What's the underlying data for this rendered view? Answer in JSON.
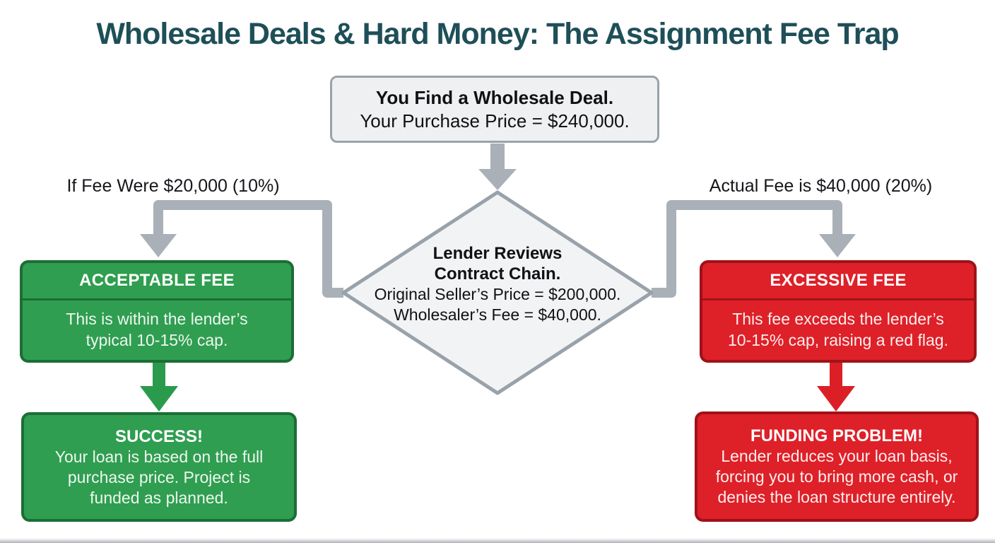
{
  "title": "Wholesale Deals & Hard Money: The Assignment Fee Trap",
  "top_box": {
    "line1": "You Find a Wholesale Deal.",
    "line2": "Your Purchase Price = $240,000."
  },
  "diamond": {
    "line1": "Lender Reviews",
    "line2": "Contract Chain.",
    "line3": "Original Seller’s Price = $200,000.",
    "line4": "Wholesaler’s Fee = $40,000."
  },
  "left_branch": {
    "label": "If Fee Were $20,000 (10%)",
    "outcome_box": {
      "header": "ACCEPTABLE FEE",
      "body_line1": "This is within the lender’s",
      "body_line2": "typical 10-15% cap."
    },
    "result_box": {
      "header": "SUCCESS!",
      "body_line1": "Your loan is based on the full",
      "body_line2": "purchase price. Project is",
      "body_line3": "funded as planned."
    }
  },
  "right_branch": {
    "label": "Actual Fee is $40,000 (20%)",
    "outcome_box": {
      "header": "EXCESSIVE FEE",
      "body_line1": "This fee exceeds the lender’s",
      "body_line2": "10-15% cap, raising a red flag."
    },
    "result_box": {
      "header": "FUNDING PROBLEM!",
      "body_line1": "Lender reduces your loan basis,",
      "body_line2": "forcing you to bring more cash, or",
      "body_line3": "denies the loan structure entirely."
    }
  },
  "colors": {
    "title": "#1e4f58",
    "success_green": "#2f9e50",
    "success_green_border": "#1b6e35",
    "danger_red": "#de2028",
    "danger_red_border": "#a01218",
    "connector_gray": "#a9b0b7",
    "node_fill": "#eef0f2",
    "node_border": "#9aa3ab"
  }
}
